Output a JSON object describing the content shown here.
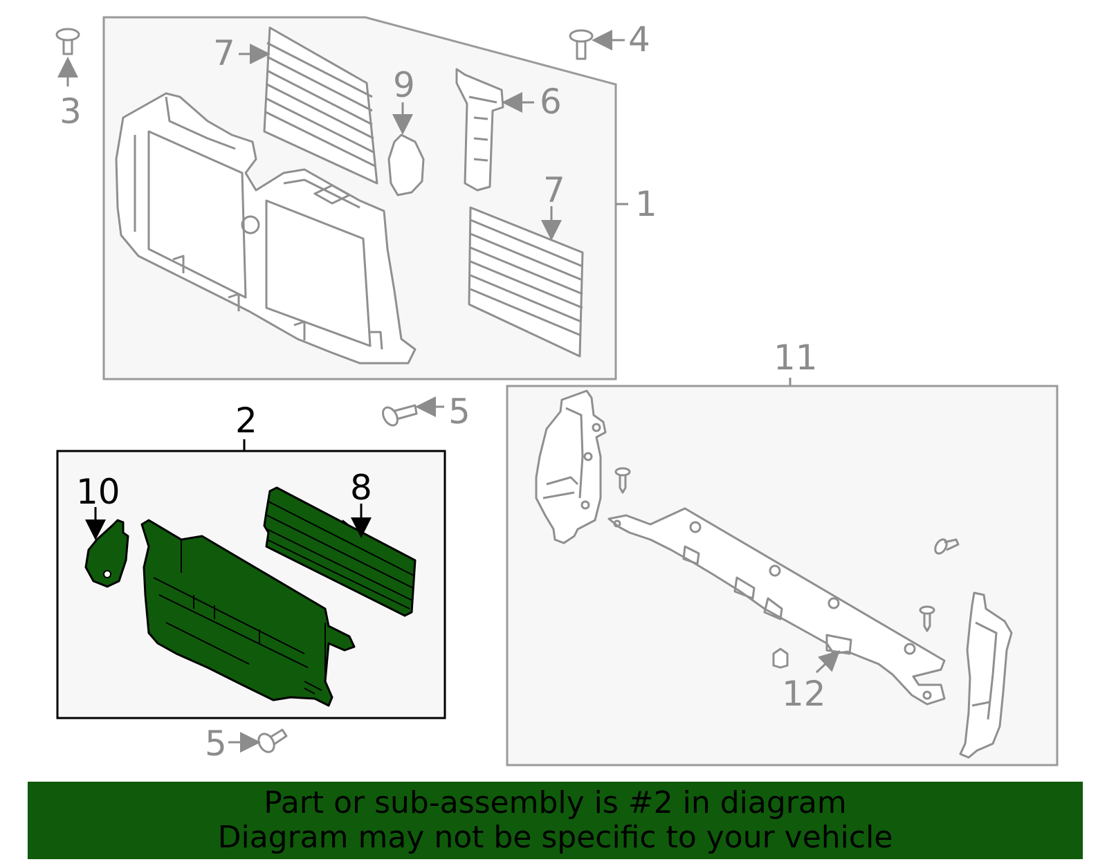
{
  "callouts": {
    "c1": "1",
    "c2": "2",
    "c3": "3",
    "c4": "4",
    "c5a": "5",
    "c5b": "5",
    "c6": "6",
    "c7a": "7",
    "c7b": "7",
    "c8": "8",
    "c9": "9",
    "c10": "10",
    "c11": "11",
    "c12": "12"
  },
  "banner": {
    "line1": "Part or sub-assembly is #2 in diagram",
    "line2": "Diagram may not be specific to your vehicle"
  },
  "colors": {
    "highlight": "#0f5b0b",
    "outline_grey": "#8f8f8f",
    "label_grey": "#8c8c8c",
    "label_black": "#000000"
  }
}
